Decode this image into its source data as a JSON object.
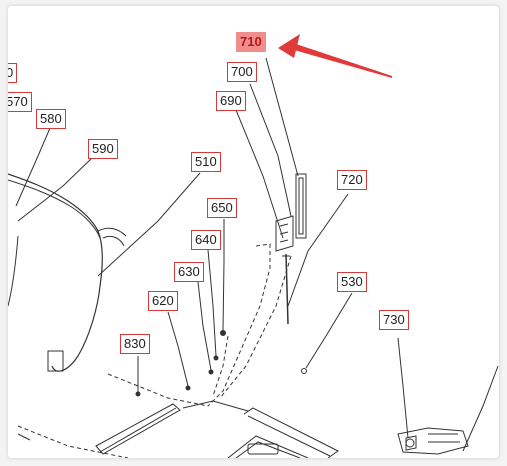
{
  "callouts": {
    "c710": "710",
    "c700": "700",
    "c690": "690",
    "c720": "720",
    "c530": "530",
    "c730": "730",
    "c510": "510",
    "c650": "650",
    "c640": "640",
    "c630": "630",
    "c620": "620",
    "c830": "830",
    "c590": "590",
    "c580": "580",
    "c570": "570",
    "c560": "0"
  },
  "colors": {
    "callout_border": "#d43a3a",
    "highlight_bg": "#f08d8d",
    "arrow": "#e03a3a",
    "line": "#333333"
  }
}
